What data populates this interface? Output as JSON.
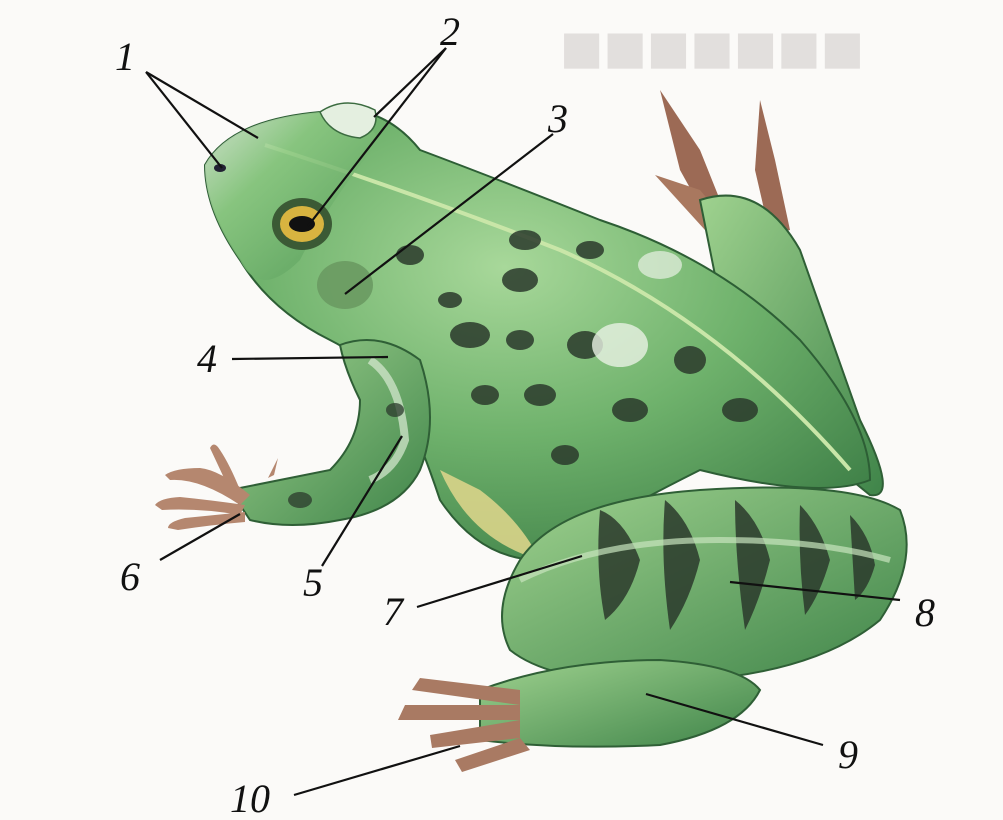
{
  "colors": {
    "skin_light": "#7fc07a",
    "skin_mid": "#4f9a55",
    "skin_dark": "#2e6a3a",
    "spot": "#2b3a2c",
    "toe": "#a97a63",
    "belly": "#d9d48a",
    "eye_ring": "#d8b440"
  },
  "labels": [
    {
      "id": "1",
      "text": "1"
    },
    {
      "id": "2",
      "text": "2"
    },
    {
      "id": "3",
      "text": "3"
    },
    {
      "id": "4",
      "text": "4"
    },
    {
      "id": "5",
      "text": "5"
    },
    {
      "id": "6",
      "text": "6"
    },
    {
      "id": "7",
      "text": "7"
    },
    {
      "id": "8",
      "text": "8"
    },
    {
      "id": "9",
      "text": "9"
    },
    {
      "id": "10",
      "text": "10"
    }
  ]
}
